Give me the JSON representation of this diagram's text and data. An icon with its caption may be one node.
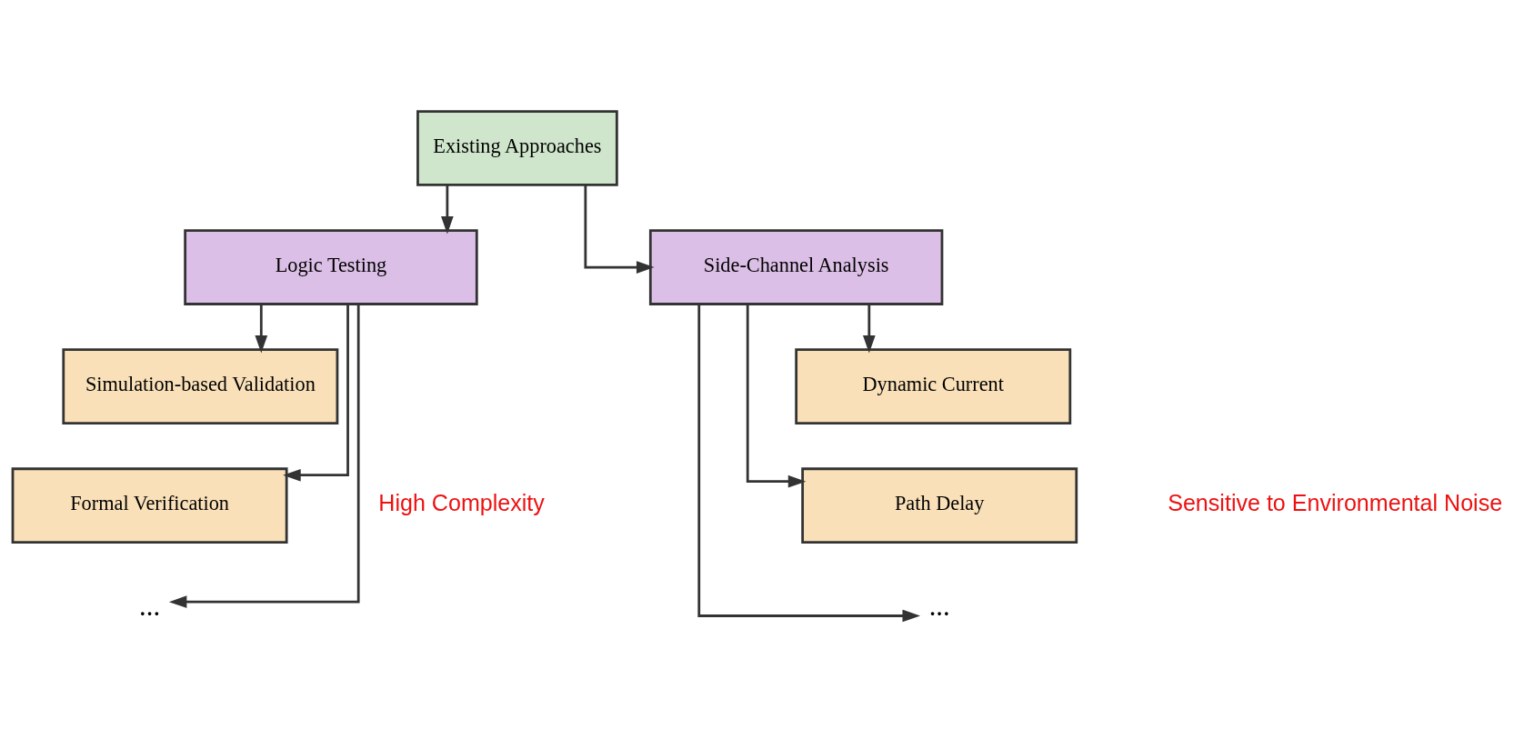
{
  "diagram": {
    "nodes": [
      {
        "text": [
          "Existing Approaches"
        ]
      },
      {
        "text": [
          "Logic Testing"
        ]
      },
      {
        "text": [
          "Side-Channel Analysis"
        ]
      },
      {
        "text": [
          "Simulation-based Validation"
        ]
      },
      {
        "text": [
          "Formal Verification"
        ]
      },
      {
        "text": [
          "..."
        ]
      },
      {
        "text": [
          "Dynamic Current"
        ]
      },
      {
        "text": [
          "Path Delay"
        ]
      },
      {
        "text": [
          "..."
        ]
      }
    ],
    "edges": [
      {
        "from": 0,
        "to": 1,
        "arrow": "to"
      },
      {
        "from": 0,
        "to": 2,
        "arrow": "to"
      },
      {
        "from": 1,
        "to": 3,
        "arrow": "to"
      },
      {
        "from": 1,
        "to": 4,
        "arrow": "to"
      },
      {
        "from": 1,
        "to": 5,
        "arrow": "to"
      },
      {
        "from": 2,
        "to": 6,
        "arrow": "to"
      },
      {
        "from": 2,
        "to": 7,
        "arrow": "to"
      },
      {
        "from": 2,
        "to": 8,
        "arrow": "to"
      }
    ],
    "labels": [
      "High Complexity",
      "Sensitive to Environmental Noise"
    ]
  }
}
